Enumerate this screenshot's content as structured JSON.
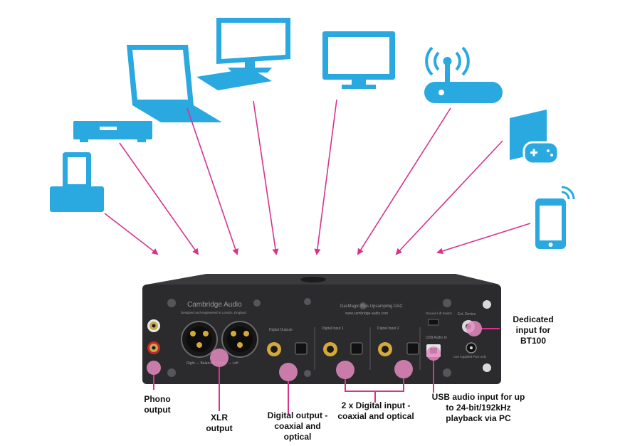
{
  "colors": {
    "icon_blue": "#29a9e0",
    "arrow_pink": "#d6338d",
    "device_dark": "#2b2b2d",
    "connector_pink": "#e58bbf"
  },
  "source_devices": [
    {
      "icon": "ipod-dock-icon"
    },
    {
      "icon": "media-player-icon"
    },
    {
      "icon": "laptop-icon"
    },
    {
      "icon": "desktop-monitor-icon"
    },
    {
      "icon": "television-icon"
    },
    {
      "icon": "wifi-router-icon"
    },
    {
      "icon": "game-console-icon"
    },
    {
      "icon": "smartphone-icon"
    }
  ],
  "device_panel": {
    "brand": "Cambridge Audio",
    "brand_tagline": "Designed and engineered in London, England",
    "model": "DacMagic Plus Upsampling DAC",
    "website": "www.cambridge-audio.com",
    "balanced_output": "Right — Balanced Output — Left",
    "digital_outputs": "Digital Outputs",
    "digital_input_1": "Digital Input 1",
    "digital_input_2": "Digital Input 2",
    "usb_audio_in": "USB Audio In",
    "ground_lift": "Ground Lift Switch",
    "ext_device": "Ext. Device",
    "power_note": "Use supplied PSU only"
  },
  "callouts": {
    "phono": [
      "Phono",
      "output"
    ],
    "xlr": [
      "XLR",
      "output"
    ],
    "digital_output": [
      "Digital output -",
      "coaxial and",
      "optical"
    ],
    "digital_input": [
      "2 x Digital input -",
      "coaxial and optical"
    ],
    "usb": [
      "USB audio input for up",
      "to 24-bit/192kHz",
      "playback via PC"
    ],
    "bt100": [
      "Dedicated",
      "input for",
      "BT100"
    ]
  }
}
